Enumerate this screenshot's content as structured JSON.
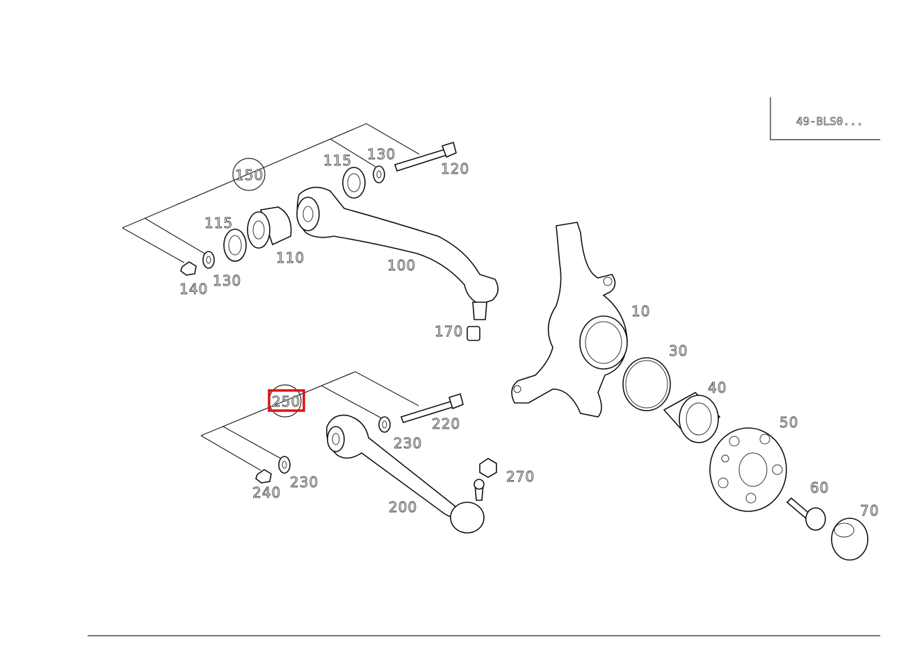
{
  "diagram": {
    "stamp_text": "49-BLS0...",
    "highlight_color": "#e01010",
    "callouts": [
      {
        "id": "c150",
        "label": "150"
      },
      {
        "id": "c115a",
        "label": "115"
      },
      {
        "id": "c130a",
        "label": "130"
      },
      {
        "id": "c120",
        "label": "120"
      },
      {
        "id": "c115b",
        "label": "115"
      },
      {
        "id": "c110",
        "label": "110"
      },
      {
        "id": "c100",
        "label": "100"
      },
      {
        "id": "c140",
        "label": "140"
      },
      {
        "id": "c130b",
        "label": "130"
      },
      {
        "id": "c170",
        "label": "170"
      },
      {
        "id": "c10",
        "label": "10"
      },
      {
        "id": "c30",
        "label": "30"
      },
      {
        "id": "c40",
        "label": "40"
      },
      {
        "id": "c50",
        "label": "50"
      },
      {
        "id": "c60",
        "label": "60"
      },
      {
        "id": "c70",
        "label": "70"
      },
      {
        "id": "c250",
        "label": "250"
      },
      {
        "id": "c220",
        "label": "220"
      },
      {
        "id": "c230a",
        "label": "230"
      },
      {
        "id": "c230b",
        "label": "230"
      },
      {
        "id": "c240",
        "label": "240"
      },
      {
        "id": "c270",
        "label": "270"
      },
      {
        "id": "c200",
        "label": "200"
      }
    ]
  }
}
